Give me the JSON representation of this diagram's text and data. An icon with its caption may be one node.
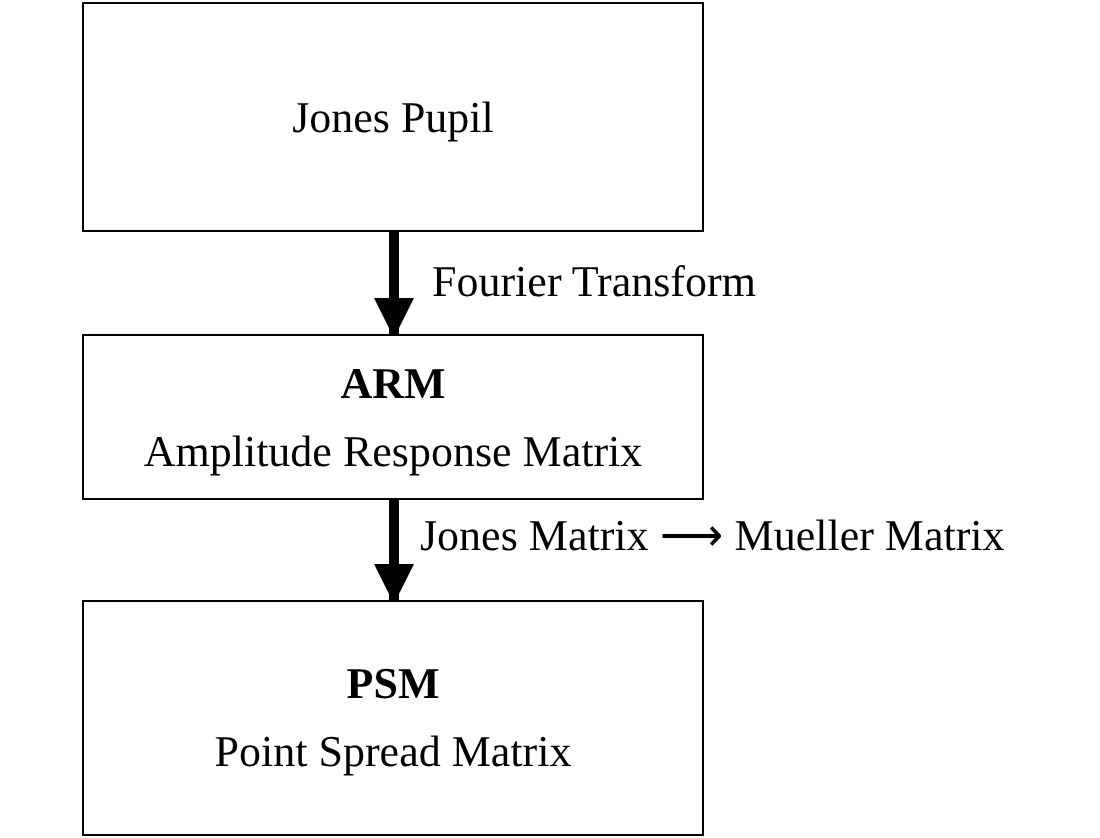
{
  "diagram": {
    "nodes": [
      {
        "text": [
          "Jones Pupil"
        ]
      },
      {
        "text": [
          "ARM",
          "Amplitude Response Matrix"
        ]
      },
      {
        "text": [
          "PSM",
          "Point Spread Matrix"
        ]
      }
    ],
    "edges": [
      {
        "from": 0,
        "to": 1,
        "arrow": "to",
        "label": "Fourier Transform"
      },
      {
        "from": 1,
        "to": 2,
        "arrow": "to",
        "label": "Jones Matrix ⟶ Mueller Matrix"
      }
    ]
  }
}
